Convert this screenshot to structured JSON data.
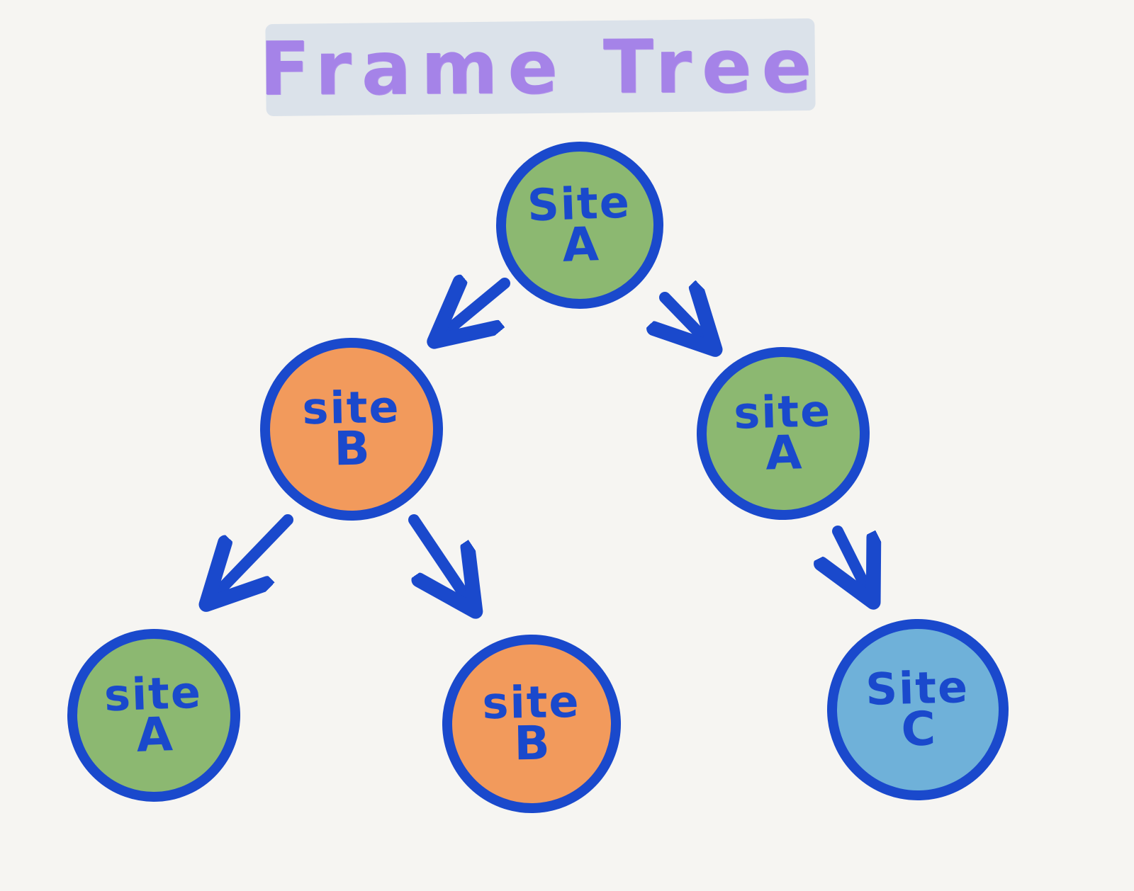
{
  "title": {
    "text": "Frame Tree",
    "text_color": "#a583e8",
    "highlight_color": "#dbe2ea"
  },
  "diagram": {
    "nodes": [
      {
        "id": "root-site-a",
        "line1": "Site",
        "line2": "A",
        "fill": "#8cb871",
        "level": 1
      },
      {
        "id": "mid-site-b",
        "line1": "site",
        "line2": "B",
        "fill": "#f29a5c",
        "level": 2
      },
      {
        "id": "mid-site-a",
        "line1": "site",
        "line2": "A",
        "fill": "#8cb871",
        "level": 2
      },
      {
        "id": "leaf-site-a",
        "line1": "site",
        "line2": "A",
        "fill": "#8cb871",
        "level": 3
      },
      {
        "id": "leaf-site-b",
        "line1": "site",
        "line2": "B",
        "fill": "#f29a5c",
        "level": 3
      },
      {
        "id": "leaf-site-c",
        "line1": "Site",
        "line2": "C",
        "fill": "#6fb1d9",
        "level": 3
      }
    ],
    "edges": [
      {
        "from": "root-site-a",
        "to": "mid-site-b"
      },
      {
        "from": "root-site-a",
        "to": "mid-site-a"
      },
      {
        "from": "mid-site-b",
        "to": "leaf-site-a"
      },
      {
        "from": "mid-site-b",
        "to": "leaf-site-b"
      },
      {
        "from": "mid-site-a",
        "to": "leaf-site-c"
      }
    ],
    "stroke_color": "#1a49cc",
    "background_color": "#f6f5f2"
  }
}
